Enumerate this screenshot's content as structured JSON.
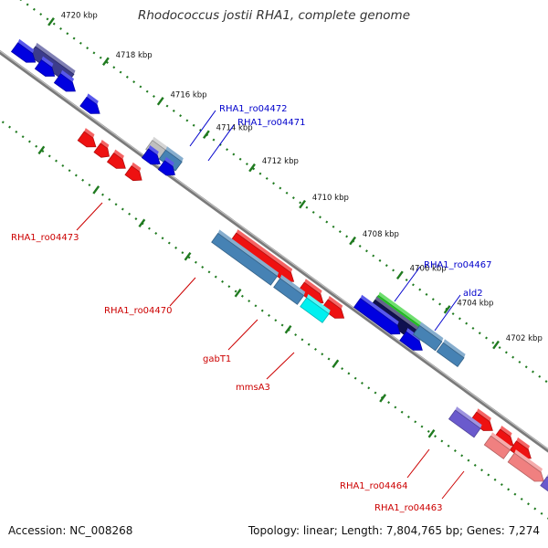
{
  "header": {
    "title": "Rhodococcus jostii RHA1, complete genome"
  },
  "footer": {
    "accession": "Accession: NC_008268",
    "summary": "Topology: linear; Length: 7,804,765 bp; Genes: 7,274"
  },
  "colors": {
    "backbone": "#7a7a7a",
    "tick": "#1f7a1f",
    "label_red": "#cc0000",
    "label_blue": "#0000cc"
  },
  "map": {
    "tick_labels": [
      "4720 kbp",
      "4718 kbp",
      "4716 kbp",
      "4714 kbp",
      "4712 kbp",
      "4710 kbp",
      "4708 kbp",
      "4706 kbp",
      "4704 kbp",
      "4702 kbp"
    ],
    "gene_labels": [
      {
        "text": "RHA1_ro04472",
        "color": "blue"
      },
      {
        "text": "RHA1_ro04471",
        "color": "blue"
      },
      {
        "text": "RHA1_ro04473",
        "color": "red"
      },
      {
        "text": "RHA1_ro04470",
        "color": "red"
      },
      {
        "text": "gabT1",
        "color": "red"
      },
      {
        "text": "mmsA3",
        "color": "red"
      },
      {
        "text": "RHA1_ro04467",
        "color": "blue"
      },
      {
        "text": "ald2",
        "color": "blue"
      },
      {
        "text": "RHA1_ro04464",
        "color": "red"
      },
      {
        "text": "RHA1_ro04463",
        "color": "red"
      }
    ]
  }
}
